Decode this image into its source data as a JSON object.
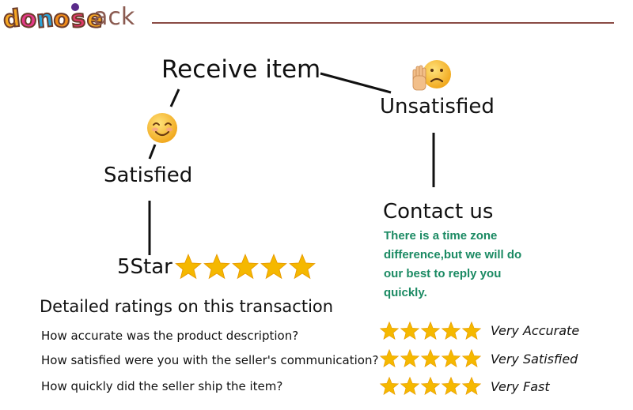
{
  "header": {
    "logo_letters": [
      "d",
      "o",
      "n",
      "o",
      "s",
      "e"
    ],
    "logo_suffix": "ack",
    "colors": {
      "logo_fill": [
        "#f5a623",
        "#e6398a",
        "#2aa3d8",
        "#f08c1a",
        "#e23a6b",
        "#f5a623"
      ],
      "rule": "#8a4b45"
    }
  },
  "flow": {
    "receive": "Receive item",
    "unsatisfied": "Unsatisfied",
    "satisfied": "Satisfied",
    "contact": "Contact us",
    "contact_note": "There is a time zone difference,but we will do our best to reply you quickly.",
    "five_star": "5Star",
    "five_star_count": 5,
    "icons": {
      "satisfied": "smiling-face-icon",
      "unsatisfied": "worried-face-with-hand-icon"
    }
  },
  "ratings": {
    "title": "Detailed ratings on this transaction",
    "rows": [
      {
        "question": "How accurate was the product description?",
        "stars": 5,
        "answer": "Very Accurate"
      },
      {
        "question": "How satisfied were you with the seller's communication?",
        "stars": 5,
        "answer": "Very Satisfied"
      },
      {
        "question": "How quickly did the seller ship the item?",
        "stars": 5,
        "answer": "Very Fast"
      }
    ],
    "star_color": "#f5b800"
  }
}
